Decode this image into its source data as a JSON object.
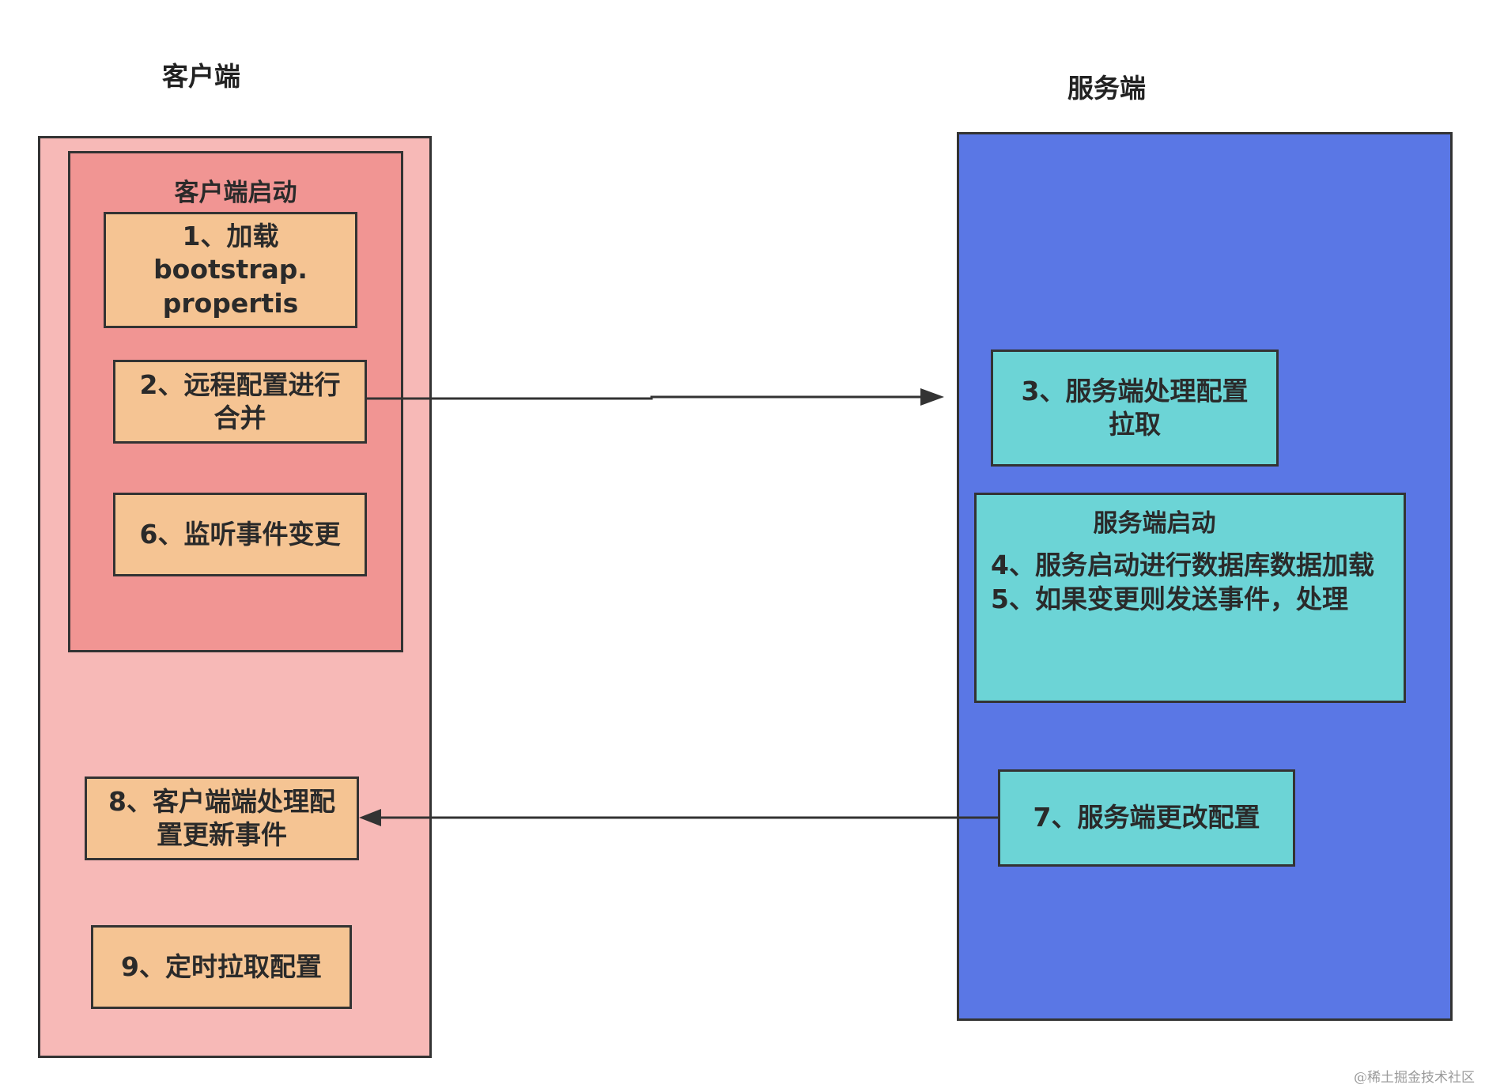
{
  "client": {
    "heading": "客户端",
    "startup_group_title": "客户端启动",
    "steps": {
      "step1": [
        "1、加载",
        "bootstrap.",
        "propertis"
      ],
      "step2": [
        "2、远程配置进行",
        "合并"
      ],
      "step6": [
        "6、监听事件变更"
      ],
      "step8": [
        "8、客户端端处理配",
        "置更新事件"
      ],
      "step9": [
        "9、定时拉取配置"
      ]
    }
  },
  "server": {
    "heading": "服务端",
    "startup_group_title": "服务端启动",
    "startup_lines": [
      "4、服务启动进行数据库数据加载",
      "5、如果变更则发送事件，处理"
    ],
    "steps": {
      "step3": [
        "3、服务端处理配置",
        "拉取"
      ],
      "step7": [
        "7、服务端更改配置"
      ]
    }
  },
  "watermark": "@稀土掘金技术社区",
  "colors": {
    "client_outer": "#f7b9b7",
    "client_inner": "#f19593",
    "client_node": "#f5c493",
    "server_outer": "#5a77e5",
    "server_node": "#6cd4d6",
    "stroke": "#333333"
  }
}
